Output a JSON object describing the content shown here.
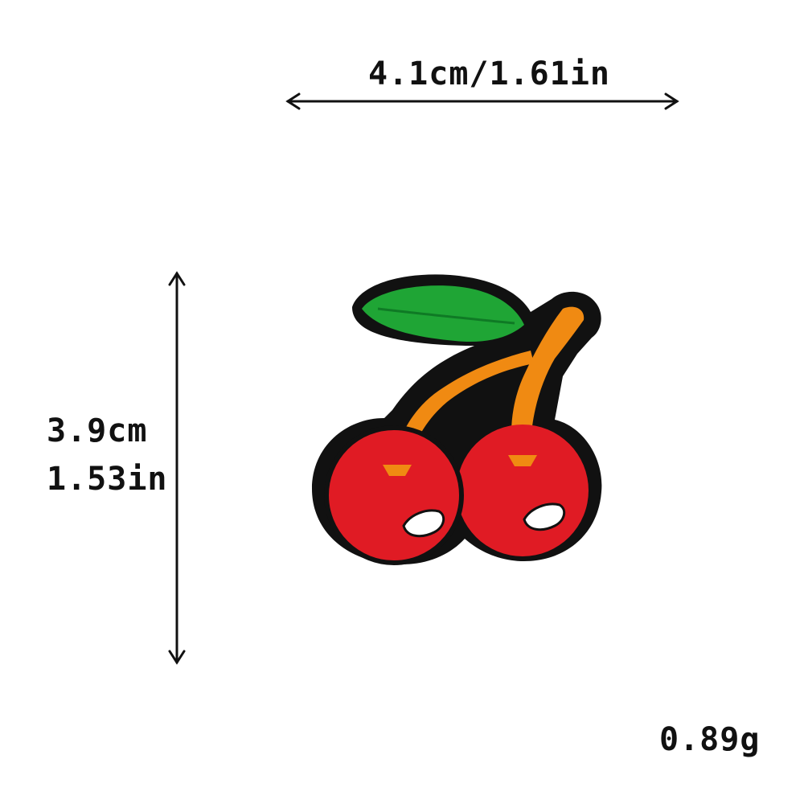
{
  "dimensions": {
    "width_label": "4.1cm/1.61in",
    "height_label_cm": "3.9cm",
    "height_label_in": "1.53in"
  },
  "weight_label": "0.89g",
  "icons": {
    "width_arrow": "double-headed-horizontal-arrow",
    "height_arrow": "double-headed-vertical-arrow",
    "product": "cherry-embroidered-patch"
  },
  "colors": {
    "background": "#ffffff",
    "text": "#111111",
    "cherry_red": "#e01b24",
    "leaf_green": "#1fa535",
    "stem_orange": "#f08a12",
    "outline": "#111111",
    "highlight": "#ffffff"
  }
}
